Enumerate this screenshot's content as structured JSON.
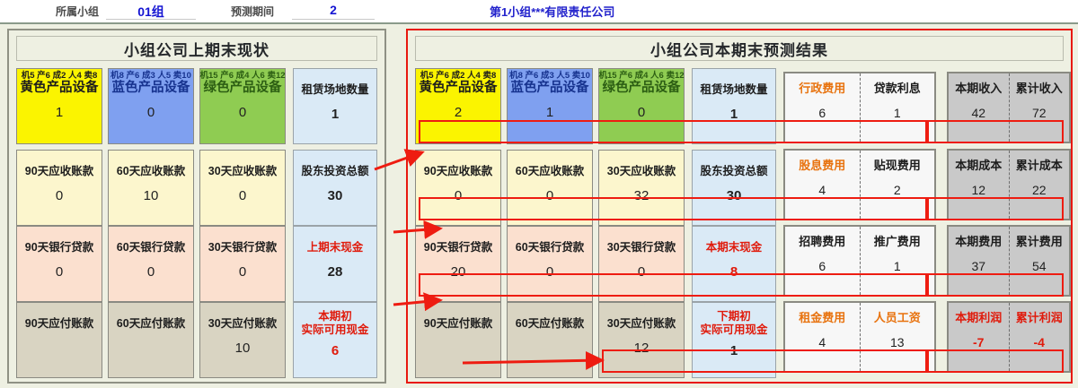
{
  "topbar": {
    "group_label": "所属小组",
    "group_value": "01组",
    "period_label": "预测期间",
    "period_value": "2",
    "company": "第1小组***有限责任公司"
  },
  "left_panel": {
    "title": "小组公司上期末现状",
    "rows": [
      [
        {
          "sub": "机5 产6 成2 人4 卖8",
          "caption": "黄色产品设备",
          "value": "1",
          "style": "yellow"
        },
        {
          "sub": "机8 产6 成3 人5 卖10",
          "caption": "蓝色产品设备",
          "value": "0",
          "style": "blue"
        },
        {
          "sub": "机15 产6 成4 人6 卖12",
          "caption": "绿色产品设备",
          "value": "0",
          "style": "green"
        },
        {
          "sub": "",
          "caption": "租赁场地数量",
          "value": "1",
          "style": "lblue",
          "bold": true
        }
      ],
      [
        {
          "sub": "",
          "caption": "90天应收账款",
          "value": "0",
          "style": "cream"
        },
        {
          "sub": "",
          "caption": "60天应收账款",
          "value": "10",
          "style": "cream"
        },
        {
          "sub": "",
          "caption": "30天应收账款",
          "value": "0",
          "style": "cream"
        },
        {
          "sub": "",
          "caption": "股东投资总额",
          "value": "30",
          "style": "lblue",
          "bold": true
        }
      ],
      [
        {
          "sub": "",
          "caption": "90天银行贷款",
          "value": "0",
          "style": "peach"
        },
        {
          "sub": "",
          "caption": "60天银行贷款",
          "value": "0",
          "style": "peach"
        },
        {
          "sub": "",
          "caption": "30天银行贷款",
          "value": "0",
          "style": "peach"
        },
        {
          "sub": "",
          "caption": "上期末现金",
          "value": "28",
          "style": "lblue",
          "bold": true,
          "caption_red": true
        }
      ],
      [
        {
          "sub": "",
          "caption": "90天应付账款",
          "value": "",
          "style": "tan"
        },
        {
          "sub": "",
          "caption": "60天应付账款",
          "value": "",
          "style": "tan"
        },
        {
          "sub": "",
          "caption": "30天应付账款",
          "value": "10",
          "style": "tan"
        },
        {
          "sub": "",
          "caption": "本期初\n实际可用现金",
          "value": "6",
          "style": "lblue",
          "value_red": true,
          "caption_red": true
        }
      ]
    ]
  },
  "right_panel": {
    "title": "小组公司本期末预测结果",
    "rows": [
      [
        {
          "sub": "机5 产6 成2 人4 卖8",
          "caption": "黄色产品设备",
          "value": "2",
          "style": "yellow",
          "highlight": true
        },
        {
          "sub": "机8 产6 成3 人5 卖10",
          "caption": "蓝色产品设备",
          "value": "1",
          "style": "blue",
          "highlight": true
        },
        {
          "sub": "机15 产6 成4 人6 卖12",
          "caption": "绿色产品设备",
          "value": "0",
          "style": "green",
          "highlight": true
        },
        {
          "sub": "",
          "caption": "租赁场地数量",
          "value": "1",
          "style": "lblue",
          "bold": true
        }
      ],
      [
        {
          "sub": "",
          "caption": "90天应收账款",
          "value": "0",
          "style": "cream",
          "highlight": true
        },
        {
          "sub": "",
          "caption": "60天应收账款",
          "value": "0",
          "style": "cream",
          "highlight": true
        },
        {
          "sub": "",
          "caption": "30天应收账款",
          "value": "32",
          "style": "cream",
          "highlight": true
        },
        {
          "sub": "",
          "caption": "股东投资总额",
          "value": "30",
          "style": "lblue",
          "bold": true
        }
      ],
      [
        {
          "sub": "",
          "caption": "90天银行贷款",
          "value": "20",
          "style": "peach",
          "highlight": true
        },
        {
          "sub": "",
          "caption": "60天银行贷款",
          "value": "0",
          "style": "peach",
          "highlight": true
        },
        {
          "sub": "",
          "caption": "30天银行贷款",
          "value": "0",
          "style": "peach",
          "highlight": true
        },
        {
          "sub": "",
          "caption": "本期末现金",
          "value": "8",
          "style": "lblue",
          "caption_red": true,
          "value_red": true
        }
      ],
      [
        {
          "sub": "",
          "caption": "90天应付账款",
          "value": "",
          "style": "tan"
        },
        {
          "sub": "",
          "caption": "60天应付账款",
          "value": "",
          "style": "tan"
        },
        {
          "sub": "",
          "caption": "30天应付账款",
          "value": "12",
          "style": "tan",
          "highlight": true
        },
        {
          "sub": "",
          "caption": "下期初\n实际可用现金",
          "value": "1",
          "style": "lblue",
          "bold": true,
          "caption_red": true
        }
      ]
    ],
    "expense_boxes": [
      {
        "cols": [
          {
            "head": "行政费用",
            "head_color": "orange",
            "value": "6"
          },
          {
            "head": "贷款利息",
            "head_color": "black",
            "value": "1"
          }
        ]
      },
      {
        "cols": [
          {
            "head": "股息费用",
            "head_color": "orange",
            "value": "4"
          },
          {
            "head": "贴现费用",
            "head_color": "black",
            "value": "2"
          }
        ]
      },
      {
        "cols": [
          {
            "head": "招聘费用",
            "head_color": "black",
            "value": "6"
          },
          {
            "head": "推广费用",
            "head_color": "black",
            "value": "1"
          }
        ]
      },
      {
        "cols": [
          {
            "head": "租金费用",
            "head_color": "orange",
            "value": "4"
          },
          {
            "head": "人员工资",
            "head_color": "orange",
            "value": "13"
          }
        ]
      }
    ],
    "summary_boxes": [
      {
        "cols": [
          {
            "head": "本期收入",
            "head_color": "black",
            "value": "42"
          },
          {
            "head": "累计收入",
            "head_color": "black",
            "value": "72"
          }
        ]
      },
      {
        "cols": [
          {
            "head": "本期成本",
            "head_color": "black",
            "value": "12"
          },
          {
            "head": "累计成本",
            "head_color": "black",
            "value": "22"
          }
        ]
      },
      {
        "cols": [
          {
            "head": "本期费用",
            "head_color": "black",
            "value": "37"
          },
          {
            "head": "累计费用",
            "head_color": "black",
            "value": "54"
          }
        ]
      },
      {
        "cols": [
          {
            "head": "本期利润",
            "head_color": "red",
            "value": "-7",
            "value_red": true
          },
          {
            "head": "累计利润",
            "head_color": "red",
            "value": "-4",
            "value_red": true
          }
        ]
      }
    ]
  },
  "colors": {
    "highlight": "#ee1c11",
    "accent_blue": "#1414d2",
    "panel_bg": "#eef0e2"
  }
}
